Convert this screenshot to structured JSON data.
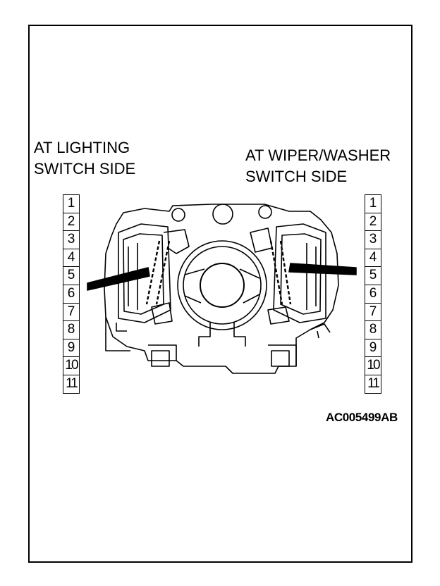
{
  "labels": {
    "left_line1": "AT LIGHTING",
    "left_line2": "SWITCH SIDE",
    "right_line1": "AT WIPER/WASHER",
    "right_line2": "SWITCH SIDE"
  },
  "left_pins": [
    "1",
    "2",
    "3",
    "4",
    "5",
    "6",
    "7",
    "8",
    "9",
    "10",
    "11"
  ],
  "right_pins": [
    "1",
    "2",
    "3",
    "4",
    "5",
    "6",
    "7",
    "8",
    "9",
    "10",
    "11"
  ],
  "figure_code": "AC005499AB"
}
